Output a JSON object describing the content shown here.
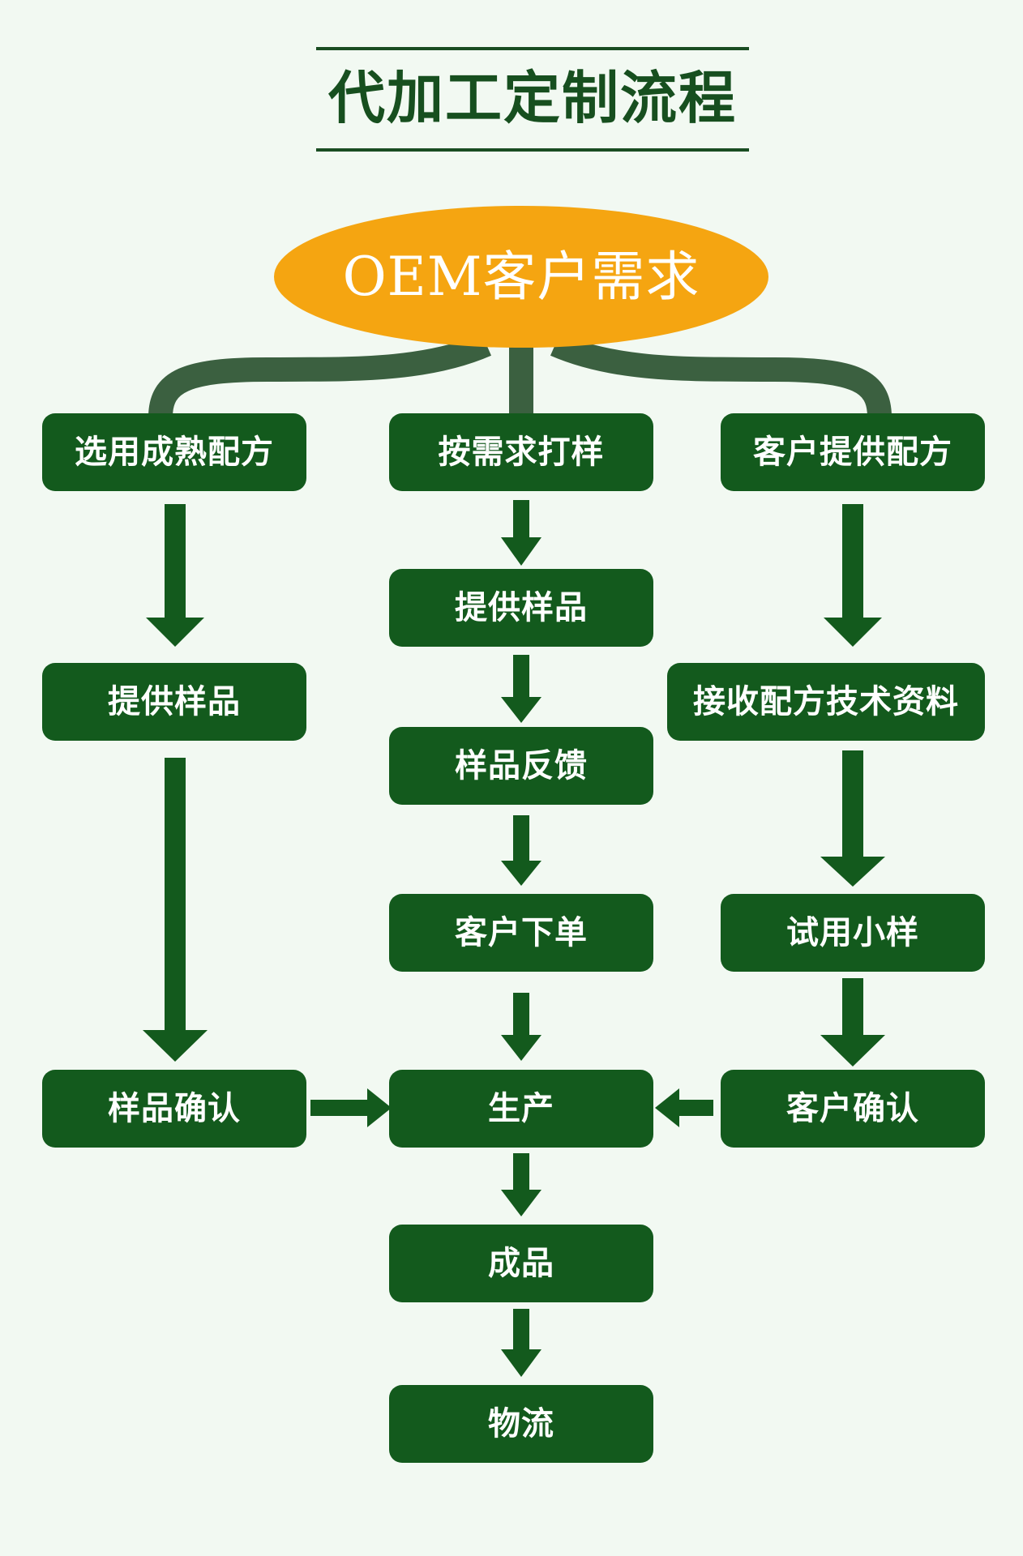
{
  "title": "代加工定制流程",
  "start": "OEM客户需求",
  "columns": {
    "left": [
      "选用成熟配方",
      "提供样品",
      "样品确认"
    ],
    "center": [
      "按需求打样",
      "提供样品",
      "样品反馈",
      "客户下单",
      "生产",
      "成品",
      "物流"
    ],
    "right": [
      "客户提供配方",
      "接收配方技术资料",
      "试用小样",
      "客户确认"
    ]
  },
  "colors": {
    "background": "#f2f9f2",
    "box": "#135a1d",
    "arrow": "#135a1d",
    "connector": "#3b6040",
    "oval": "#f5a511",
    "title": "#174f1f"
  }
}
